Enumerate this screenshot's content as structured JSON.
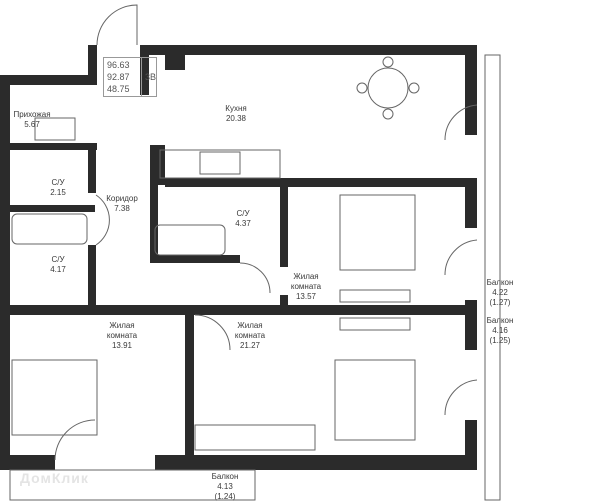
{
  "summary": {
    "total_area": "96.63",
    "area_2": "92.87",
    "living_area": "48.75",
    "type": "3В"
  },
  "rooms": [
    {
      "name": "Прихожая",
      "area": "5.67"
    },
    {
      "name": "Кухня",
      "area": "20.38"
    },
    {
      "name": "С/У",
      "area": "2.15"
    },
    {
      "name": "Коридор",
      "area": "7.38"
    },
    {
      "name": "С/У",
      "area": "4.37"
    },
    {
      "name": "С/У",
      "area": "4.17"
    },
    {
      "name": "Жилая",
      "name2": "комната",
      "area": "13.57"
    },
    {
      "name": "Жилая",
      "name2": "комната",
      "area": "13.91"
    },
    {
      "name": "Жилая",
      "name2": "комната",
      "area": "21.27"
    }
  ],
  "balconies": [
    {
      "name": "Балкон",
      "area": "4.22",
      "sub": "(1.27)"
    },
    {
      "name": "Балкон",
      "area": "4.16",
      "sub": "(1.25)"
    },
    {
      "name": "Балкон",
      "area": "4.13",
      "sub": "(1.24)"
    }
  ],
  "watermark": "ДомКлик",
  "colors": {
    "wall": "#2b2b2b",
    "line": "#666666"
  }
}
